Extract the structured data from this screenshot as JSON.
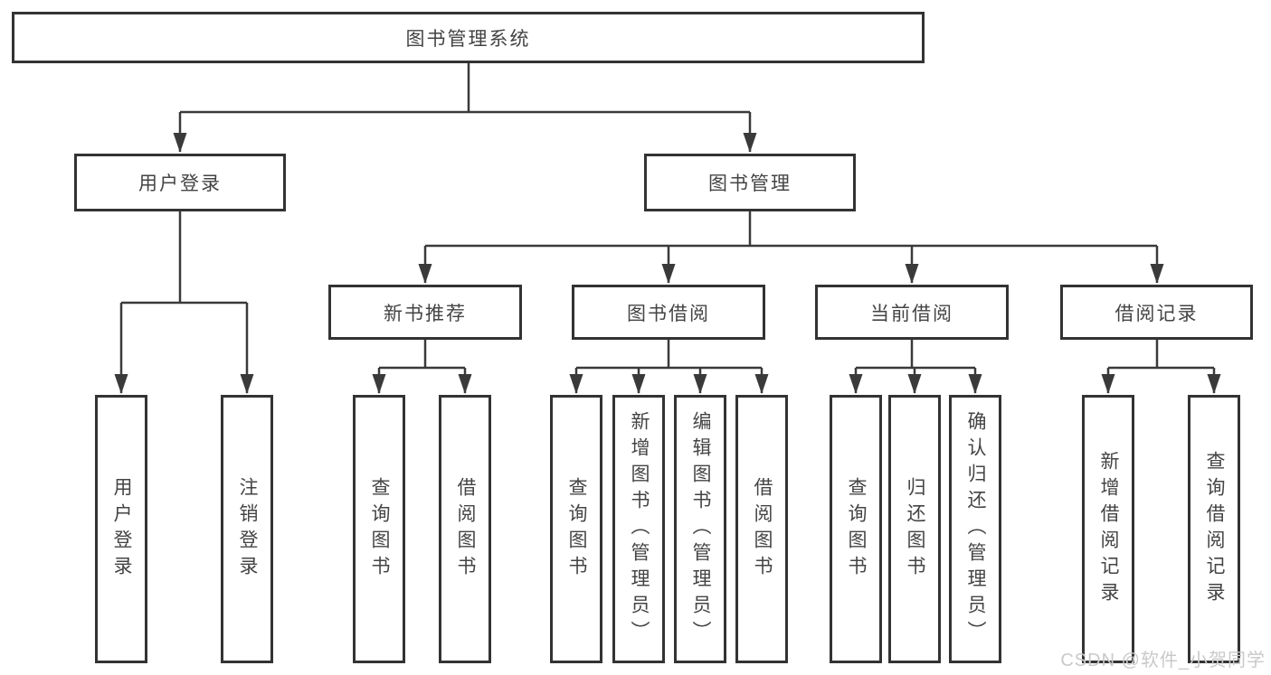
{
  "diagram": {
    "root": {
      "label": "图书管理系统"
    },
    "branches": [
      {
        "label": "用户登录",
        "children": [
          {
            "label": "用户登录"
          },
          {
            "label": "注销登录"
          }
        ]
      },
      {
        "label": "图书管理",
        "children": [
          {
            "label": "新书推荐",
            "children": [
              {
                "label": "查询图书"
              },
              {
                "label": "借阅图书"
              }
            ]
          },
          {
            "label": "图书借阅",
            "children": [
              {
                "label": "查询图书"
              },
              {
                "label": "新增图书（管理员）"
              },
              {
                "label": "编辑图书（管理员）"
              },
              {
                "label": "借阅图书"
              }
            ]
          },
          {
            "label": "当前借阅",
            "children": [
              {
                "label": "查询图书"
              },
              {
                "label": "归还图书"
              },
              {
                "label": "确认归还（管理员）"
              }
            ]
          },
          {
            "label": "借阅记录",
            "children": [
              {
                "label": "新增借阅记录"
              },
              {
                "label": "查询借阅记录"
              }
            ]
          }
        ]
      }
    ]
  },
  "watermark": {
    "text": "CSDN @软件_小贺同学"
  },
  "colors": {
    "line": "#3a3a3a",
    "border": "#333333",
    "text": "#444444",
    "background": "#ffffff",
    "watermark": "#c9c9c9"
  }
}
